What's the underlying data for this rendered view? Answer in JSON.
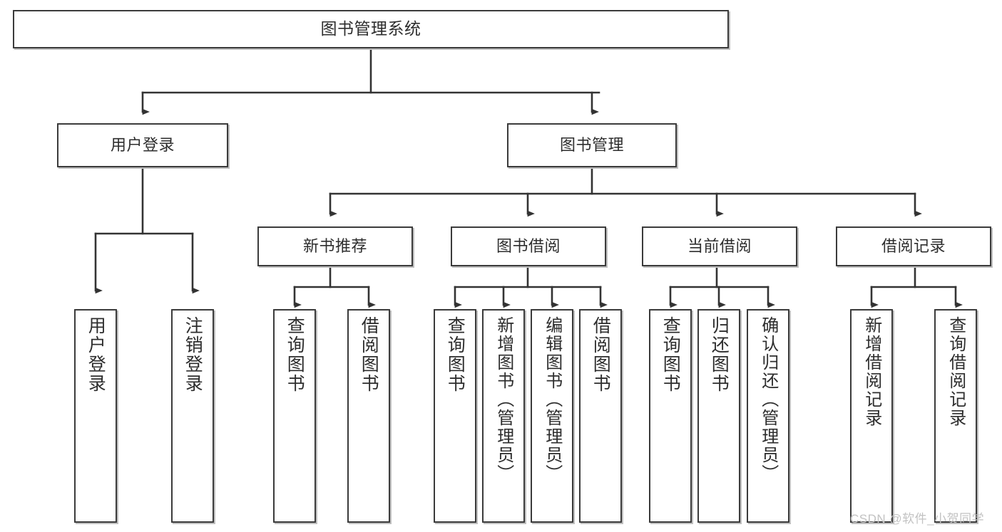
{
  "diagram": {
    "title": "图书管理系统",
    "type": "tree-hierarchy-chart",
    "watermark": "CSDN @软件_小贺同学",
    "colors": {
      "border": "#3b3b3b",
      "shadow": "#bfbfbf",
      "background": "#ffffff",
      "text": "#2d2d2d",
      "wire": "#333333",
      "watermark": "#c2c2c2"
    },
    "nodes": {
      "root": {
        "label": "图书管理系统"
      },
      "level2": [
        {
          "label": "用户登录"
        },
        {
          "label": "图书管理"
        }
      ],
      "level3": [
        {
          "label": "新书推荐"
        },
        {
          "label": "图书借阅"
        },
        {
          "label": "当前借阅"
        },
        {
          "label": "借阅记录"
        }
      ],
      "leaves": {
        "user_login": [
          {
            "label": "用户登录"
          },
          {
            "label": "注销登录"
          }
        ],
        "new_book_recommend": [
          {
            "label": "查询图书"
          },
          {
            "label": "借阅图书"
          }
        ],
        "book_borrow": [
          {
            "label": "查询图书"
          },
          {
            "label": "新增图书（管理员）"
          },
          {
            "label": "编辑图书（管理员）"
          },
          {
            "label": "借阅图书"
          }
        ],
        "current_borrow": [
          {
            "label": "查询图书"
          },
          {
            "label": "归还图书"
          },
          {
            "label": "确认归还（管理员）"
          }
        ],
        "borrow_record": [
          {
            "label": "新增借阅记录"
          },
          {
            "label": "查询借阅记录"
          }
        ]
      }
    }
  }
}
